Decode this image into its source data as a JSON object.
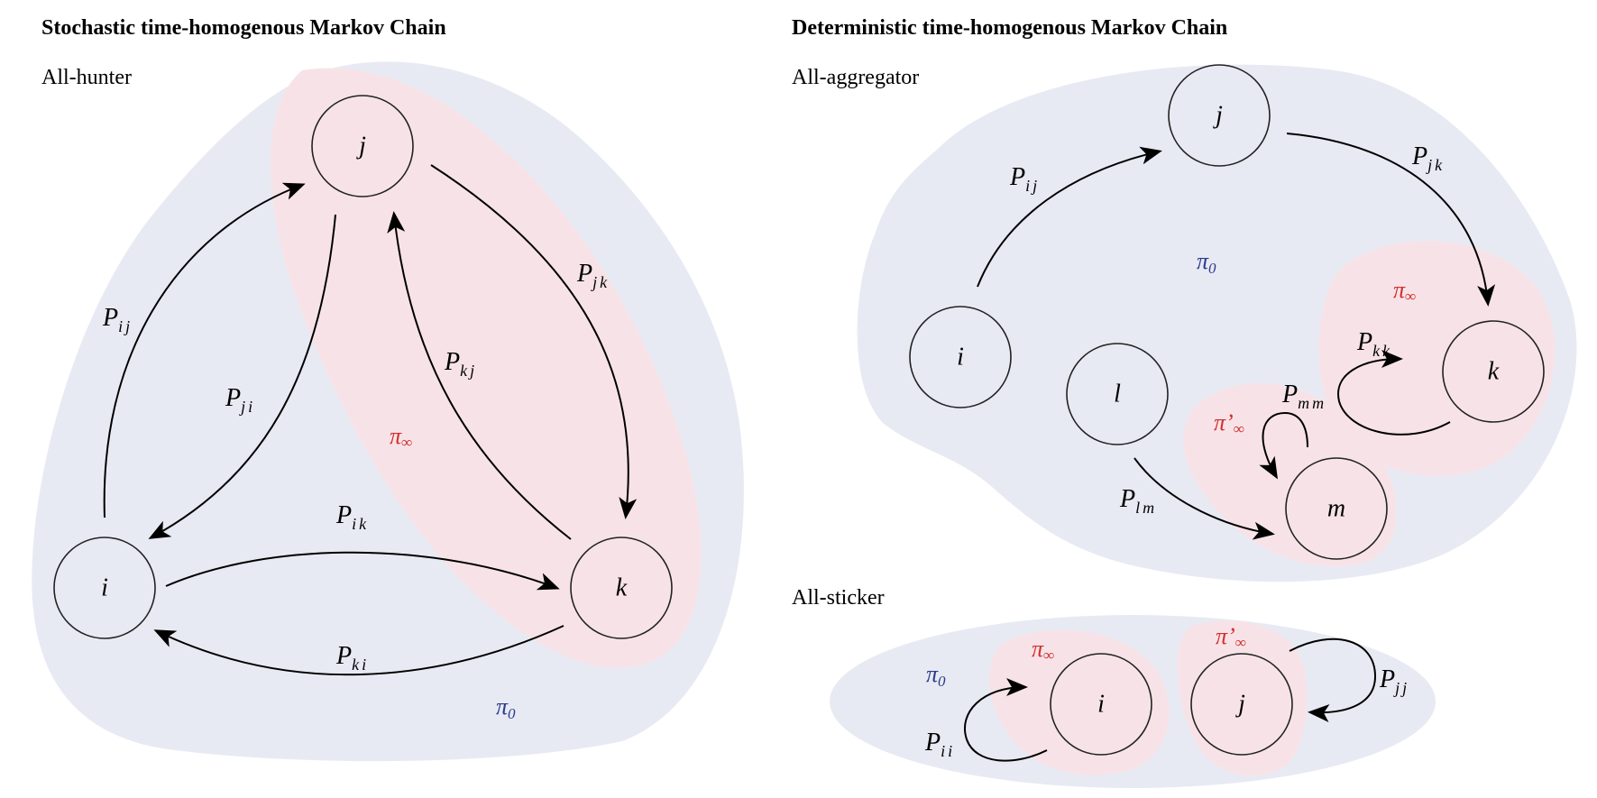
{
  "left": {
    "title": "Stochastic time-homogenous Markov Chain",
    "subtitle": "All-hunter",
    "nodes": {
      "j": "j",
      "i": "i",
      "k": "k"
    },
    "edges": {
      "ij": {
        "base": "P",
        "sub": "ij"
      },
      "ji": {
        "base": "P",
        "sub": "ji"
      },
      "jk": {
        "base": "P",
        "sub": "jk"
      },
      "kj": {
        "base": "P",
        "sub": "kj"
      },
      "ik": {
        "base": "P",
        "sub": "ik"
      },
      "ki": {
        "base": "P",
        "sub": "ki"
      }
    },
    "pi_inf": {
      "base": "π",
      "sub": "∞"
    },
    "pi_0": {
      "base": "π",
      "sub": "0"
    }
  },
  "right": {
    "title": "Deterministic time-homogenous Markov Chain",
    "aggregator": {
      "subtitle": "All-aggregator",
      "nodes": {
        "j": "j",
        "i": "i",
        "l": "l",
        "k": "k",
        "m": "m"
      },
      "edges": {
        "ij": {
          "base": "P",
          "sub": "ij"
        },
        "jk": {
          "base": "P",
          "sub": "jk"
        },
        "kk": {
          "base": "P",
          "sub": "kk"
        },
        "mm": {
          "base": "P",
          "sub": "mm"
        },
        "lm": {
          "base": "P",
          "sub": "lm"
        }
      },
      "pi_0": {
        "base": "π",
        "sub": "0"
      },
      "pi_inf": {
        "base": "π",
        "sub": "∞"
      },
      "pi_inf_prime": {
        "base": "π’",
        "sub": "∞"
      }
    },
    "sticker": {
      "subtitle": "All-sticker",
      "nodes": {
        "i": "i",
        "j": "j"
      },
      "edges": {
        "ii": {
          "base": "P",
          "sub": "ii"
        },
        "jj": {
          "base": "P",
          "sub": "jj"
        }
      },
      "pi_0": {
        "base": "π",
        "sub": "0"
      },
      "pi_inf": {
        "base": "π",
        "sub": "∞"
      },
      "pi_inf_prime": {
        "base": "π’",
        "sub": "∞"
      }
    }
  },
  "colors": {
    "blue_region": "#e8eaf3",
    "red_region": "#f7e3e7",
    "pi_red": "#d32f2f",
    "pi_blue": "#2b3c8c"
  }
}
